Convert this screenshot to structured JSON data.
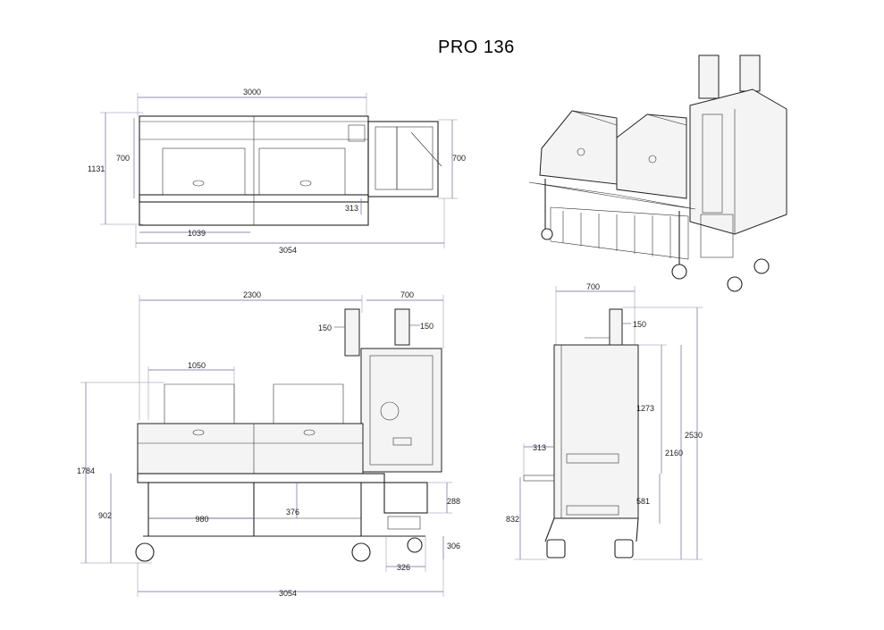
{
  "title": "PRO 136",
  "views": {
    "top": {
      "overall_width_upper": "3000",
      "overall_width_lower": "3054",
      "height_total": "1131",
      "chamber_height_left": "700",
      "firebox_depth_right": "700",
      "door_width": "1039",
      "offset": "313"
    },
    "front": {
      "cooking_length": "2300",
      "firebox_width": "700",
      "chimney_left": "150",
      "chimney_right": "150",
      "rack_width": "1050",
      "overall_height": "1784",
      "table_height": "902",
      "shelf_width": "980",
      "shelf_gap": "376",
      "ash_door_height": "288",
      "wheel_height": "306",
      "ash_door_width": "326",
      "overall_length": "3054"
    },
    "side": {
      "depth": "700",
      "chimney": "150",
      "offset": "313",
      "chamber_height": "1273",
      "total_height": "2530",
      "body_height": "2160",
      "lower_door": "581",
      "table_height": "832"
    }
  }
}
